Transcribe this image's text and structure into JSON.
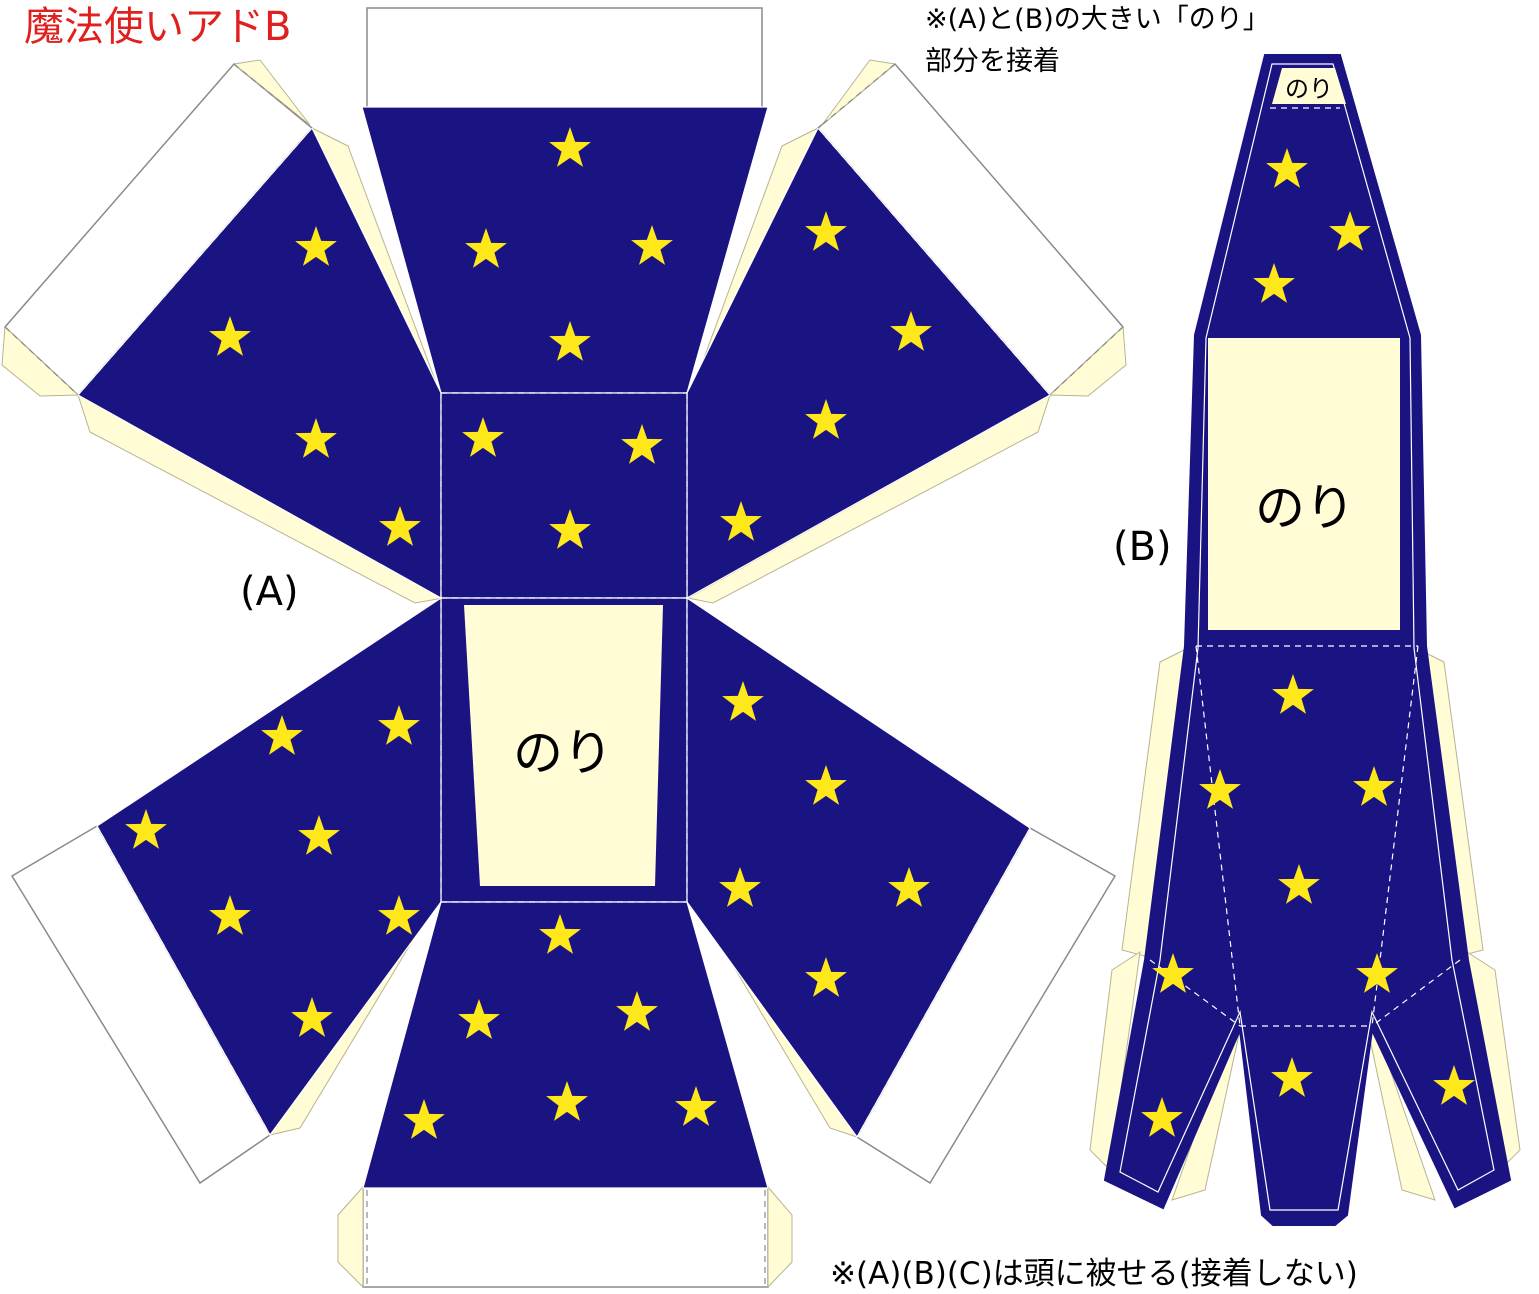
{
  "title": "魔法使いアドB",
  "note_top_line1": "※(A)と(B)の大きい「のり」",
  "note_top_line2": "部分を接着",
  "note_bottom": "※(A)(B)(C)は頭に被せる(接着しない)",
  "label_a": "(A)",
  "label_b": "(B)",
  "glue_label": "のり",
  "colors": {
    "navy": "#1a1382",
    "star": "#ffe81a",
    "glue": "#fffcd6",
    "title_red": "#e01f1f",
    "outline": "#8a8a8a"
  }
}
